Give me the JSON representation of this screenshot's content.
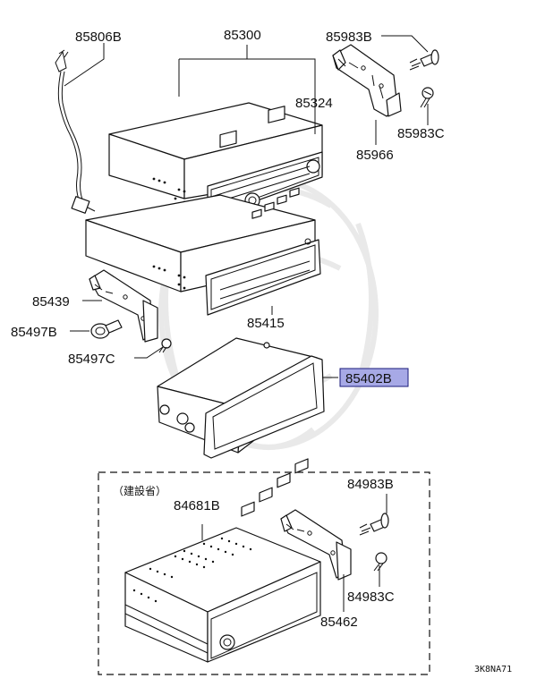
{
  "labels": {
    "p85806B": "85806B",
    "p85300": "85300",
    "p85983B": "85983B",
    "p85324": "85324",
    "p85983C": "85983C",
    "p85966": "85966",
    "p85439": "85439",
    "p85497B": "85497B",
    "p85497C": "85497C",
    "p85415": "85415",
    "p85402B": "85402B",
    "option_note": "（建設省）",
    "p84681B": "84681B",
    "p84983B": "84983B",
    "p84983C": "84983C",
    "p85462": "85462"
  },
  "diagram_code": "3K8NA71",
  "colors": {
    "highlight_fill": "#a7a9e6",
    "highlight_border": "#1a1a7a",
    "line": "#111111"
  }
}
